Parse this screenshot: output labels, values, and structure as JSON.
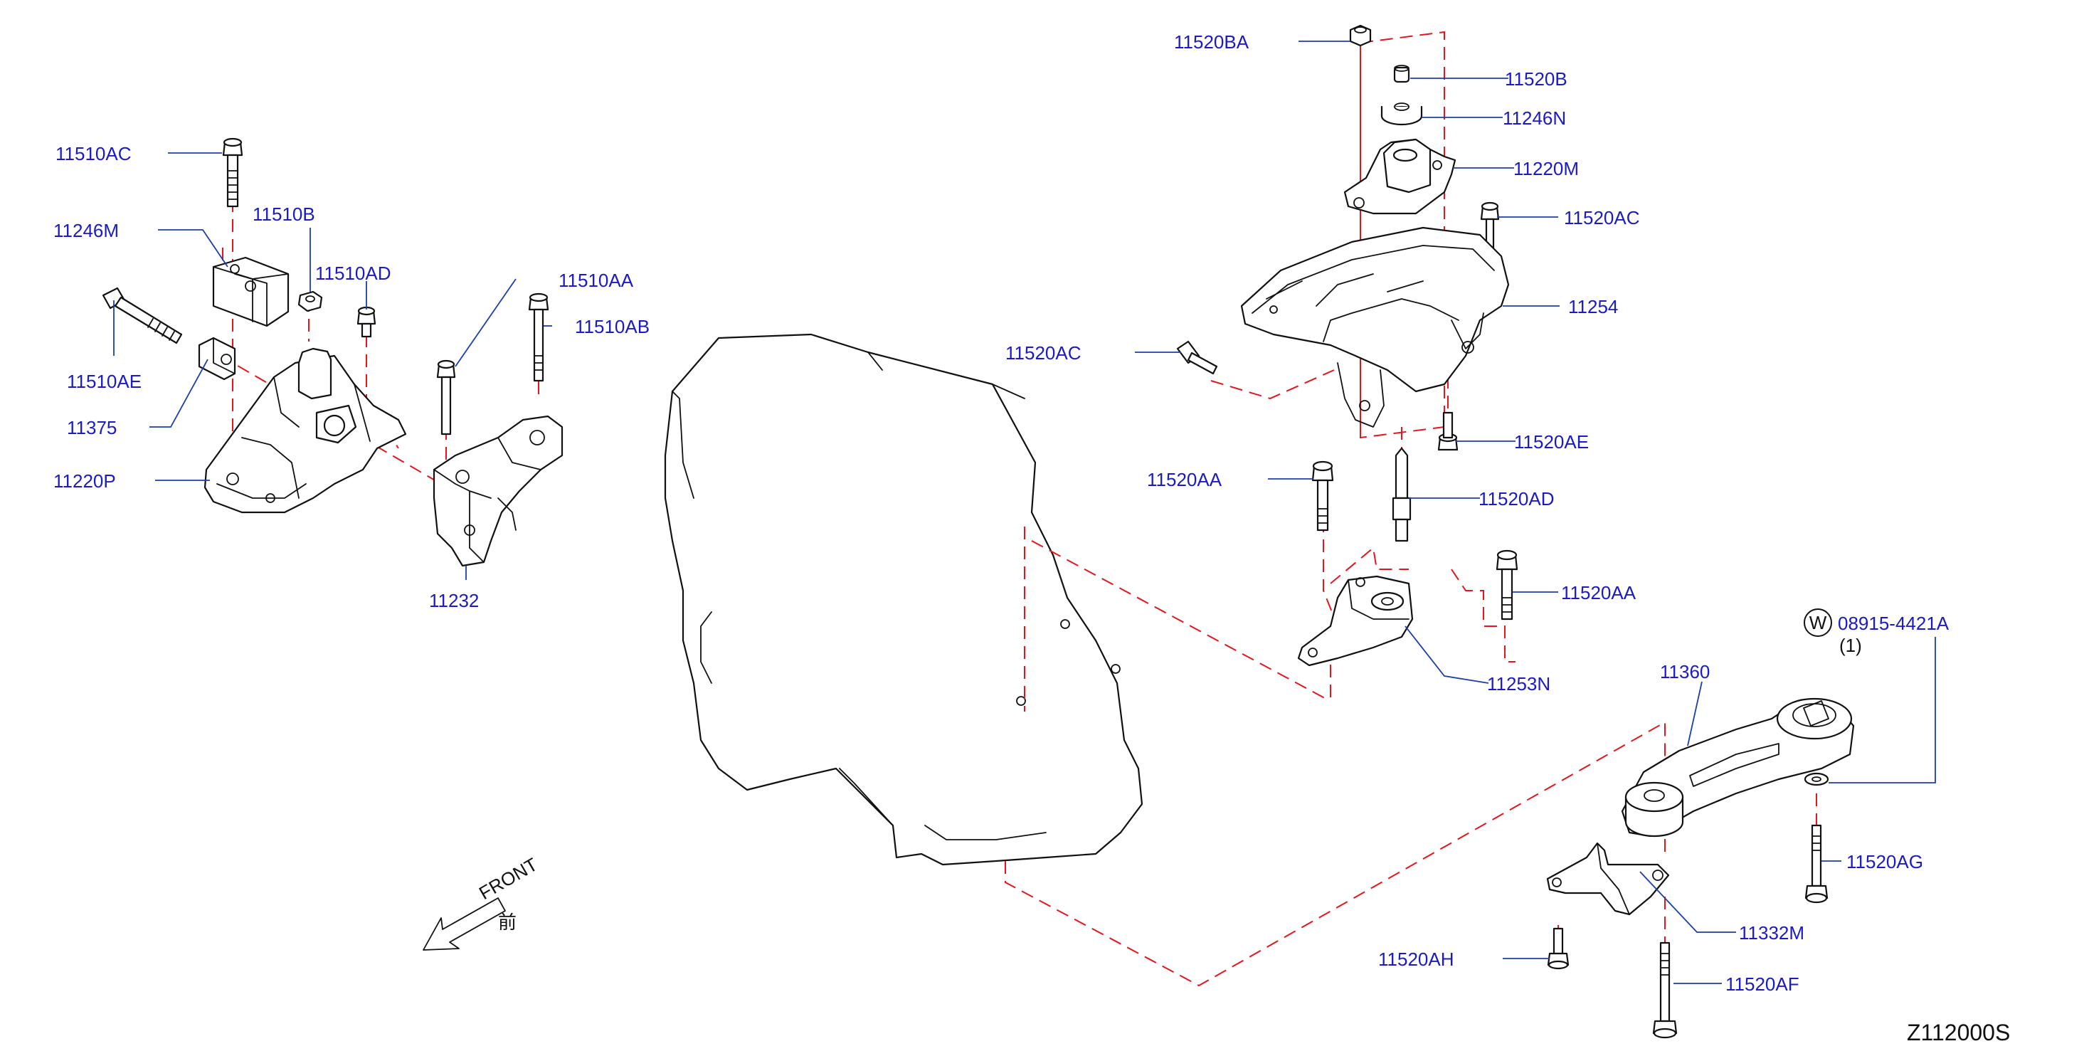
{
  "labels": {
    "p11510AC": "11510AC",
    "p11510B": "11510B",
    "p11246M": "11246M",
    "p11510AD": "11510AD",
    "p11510AA": "11510AA",
    "p11510AB": "11510AB",
    "p11510AE": "11510AE",
    "p11375": "11375",
    "p11220P": "11220P",
    "p11232": "11232",
    "p11520BA": "11520BA",
    "p11520B": "11520B",
    "p11246N": "11246N",
    "p11220M": "11220M",
    "p11520AC_top": "11520AC",
    "p11254": "11254",
    "p11520AC_left": "11520AC",
    "p11520AE": "11520AE",
    "p11520AA_left": "11520AA",
    "p11520AD": "11520AD",
    "p11520AA_right": "11520AA",
    "p11253N": "11253N",
    "p08915": "08915-4421A",
    "p08915_qty": "(1)",
    "p08915_badge": "W",
    "p11360": "11360",
    "p11520AG": "11520AG",
    "p11332M": "11332M",
    "p11520AH": "11520AH",
    "p11520AF": "11520AF"
  },
  "front": {
    "label": "FRONT",
    "kanji": "前"
  },
  "diagram_code": "Z112000S",
  "colors": {
    "callout": "#1a1ac8",
    "leader": "#1b3fa8",
    "hidden_line": "#e8141c"
  }
}
